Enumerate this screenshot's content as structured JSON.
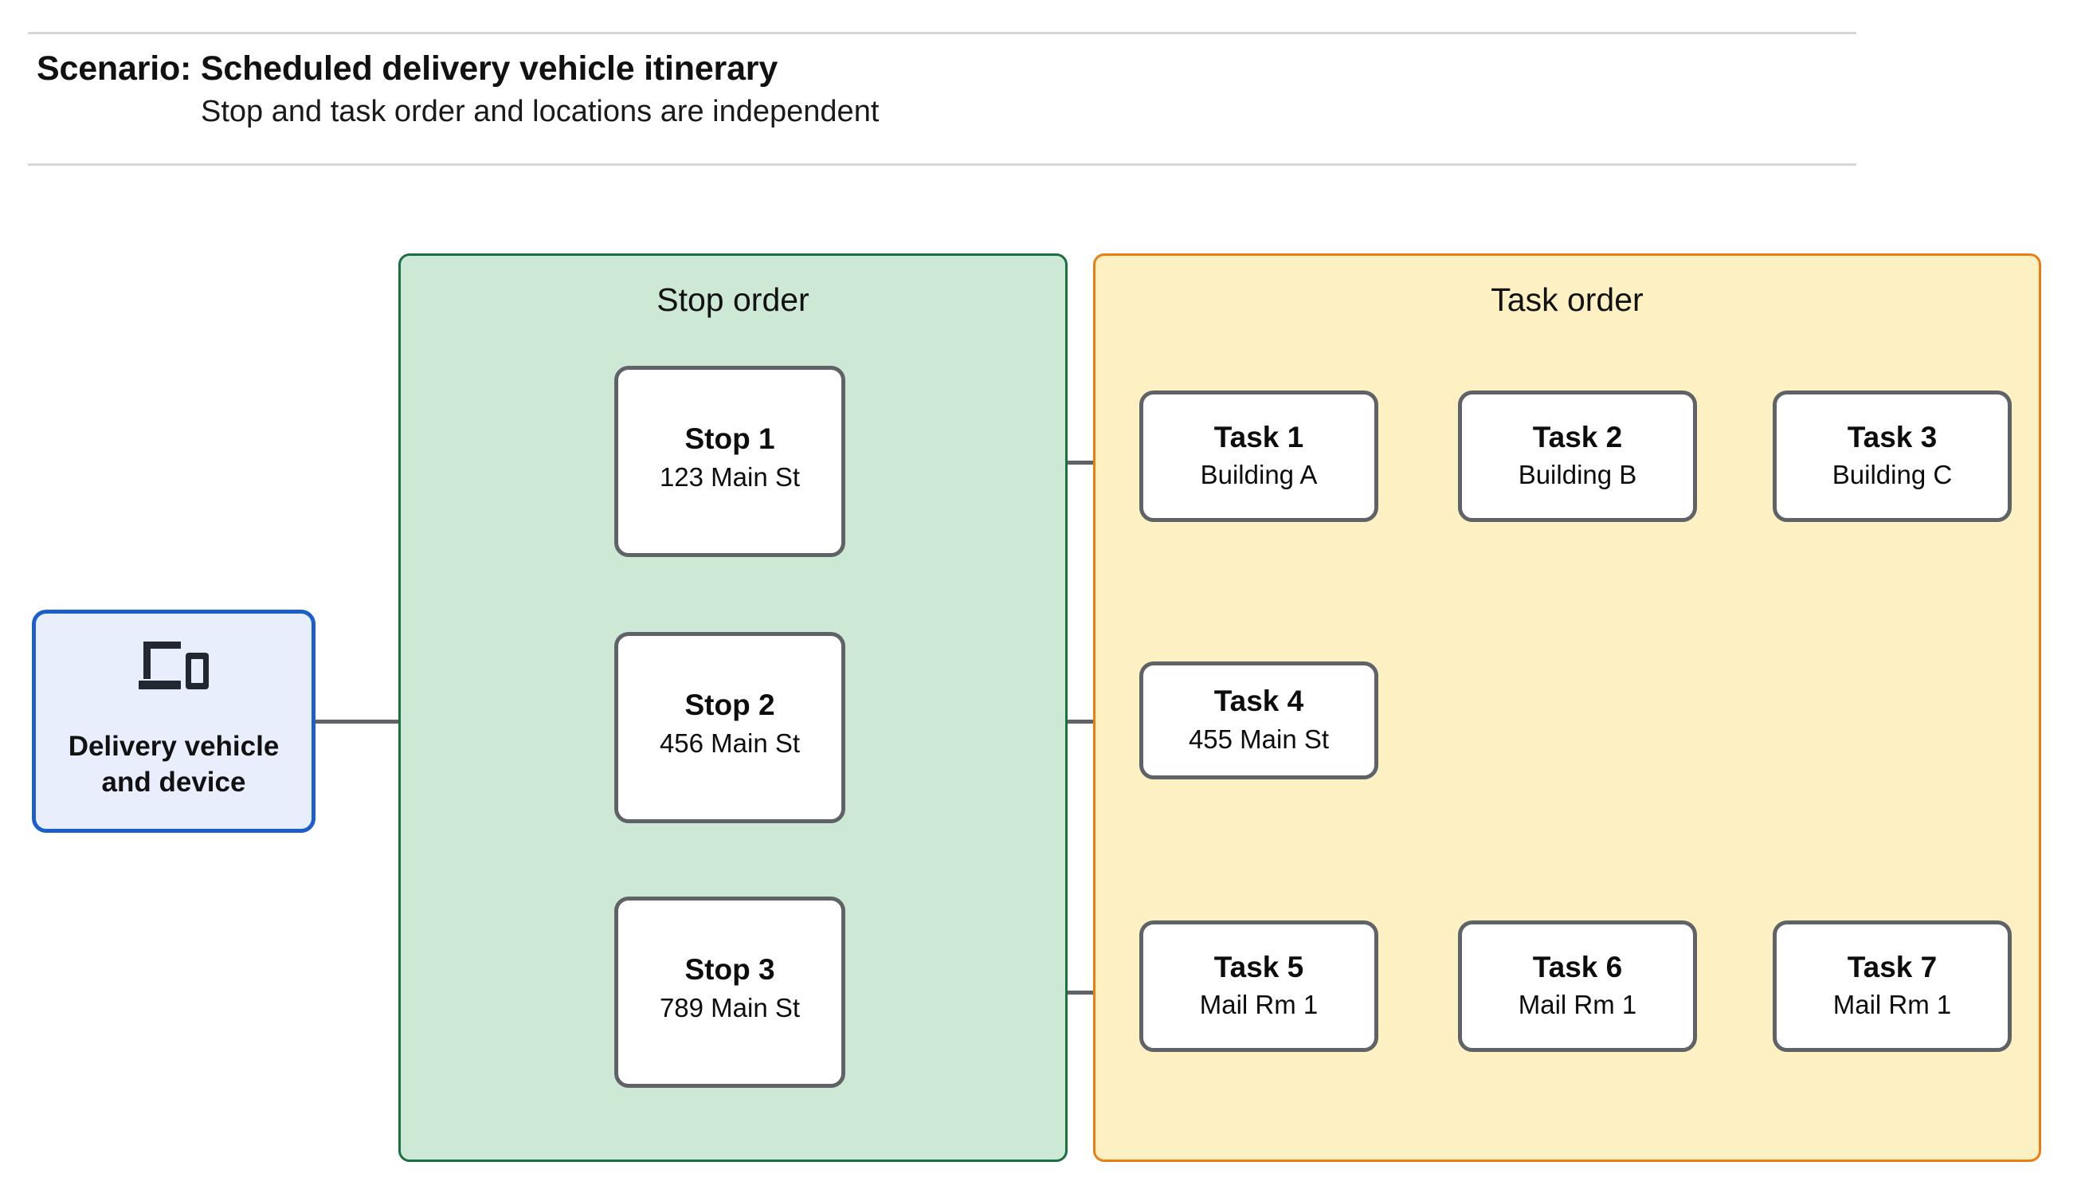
{
  "header": {
    "title": "Scenario: Scheduled delivery vehicle itinerary",
    "subtitle": "Stop and task order and locations are independent"
  },
  "vehicle": {
    "icon": "devices-icon",
    "label_line1": "Delivery vehicle",
    "label_line2": "and device",
    "fill": "#e8eefc",
    "border": "#1a5fca"
  },
  "stop_panel": {
    "title": "Stop order",
    "fill": "#cee8d6",
    "border": "#1a7040",
    "stops": [
      {
        "title": "Stop 1",
        "address": "123 Main St"
      },
      {
        "title": "Stop 2",
        "address": "456 Main St"
      },
      {
        "title": "Stop 3",
        "address": "789 Main St"
      }
    ]
  },
  "task_panel": {
    "title": "Task order",
    "fill": "#fdf0c2",
    "border": "#ed7d11",
    "rows": [
      {
        "tasks": [
          {
            "title": "Task 1",
            "location": "Building A"
          },
          {
            "title": "Task 2",
            "location": "Building B"
          },
          {
            "title": "Task 3",
            "location": "Building C"
          }
        ]
      },
      {
        "tasks": [
          {
            "title": "Task 4",
            "location": "455 Main St"
          }
        ]
      },
      {
        "tasks": [
          {
            "title": "Task 5",
            "location": "Mail Rm 1"
          },
          {
            "title": "Task 6",
            "location": "Mail Rm 1"
          },
          {
            "title": "Task 7",
            "location": "Mail Rm 1"
          }
        ]
      }
    ]
  },
  "colors": {
    "connector": "#5f6368",
    "divider": "#d6d6d6",
    "node_border": "#5f6368",
    "node_fill": "#ffffff",
    "text": "#111111"
  }
}
